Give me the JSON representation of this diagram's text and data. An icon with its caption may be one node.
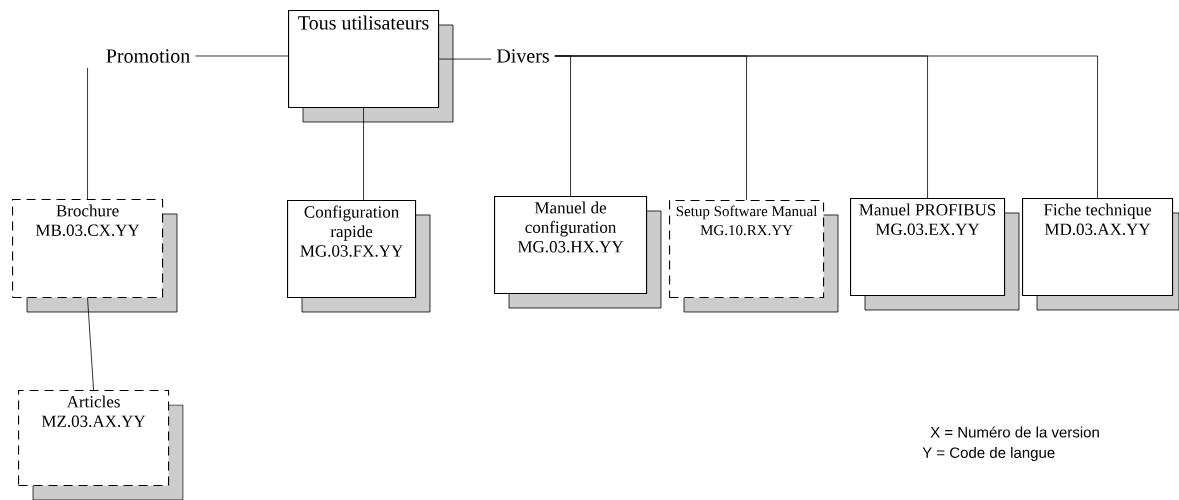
{
  "diagram": {
    "nodes": [
      {
        "text": [
          "Promotion"
        ]
      },
      {
        "text": [
          "Tous utilisateurs"
        ]
      },
      {
        "text": [
          "Divers"
        ]
      },
      {
        "text": [
          "Brochure",
          "MB.03.CX.YY"
        ]
      },
      {
        "text": [
          "Articles",
          "MZ.03.AX.YY"
        ]
      },
      {
        "text": [
          "Configuration rapide",
          "MG.03.FX.YY"
        ]
      },
      {
        "text": [
          "Manuel de configuration",
          "MG.03.HX.YY"
        ]
      },
      {
        "text": [
          "Setup Software Manual",
          "MG.10.RX.YY"
        ]
      },
      {
        "text": [
          "Manuel PROFIBUS",
          "MG.03.EX.YY"
        ]
      },
      {
        "text": [
          "Fiche technique",
          "MD.03.AX.YY"
        ]
      }
    ],
    "edges": [
      {
        "from": 0,
        "to": 1,
        "arrow": "none"
      },
      {
        "from": 1,
        "to": 2,
        "arrow": "none"
      },
      {
        "from": 0,
        "to": 3,
        "arrow": "none"
      },
      {
        "from": 3,
        "to": 4,
        "arrow": "none"
      },
      {
        "from": 1,
        "to": 5,
        "arrow": "none"
      },
      {
        "from": 2,
        "to": 6,
        "arrow": "none"
      },
      {
        "from": 2,
        "to": 7,
        "arrow": "none"
      },
      {
        "from": 2,
        "to": 8,
        "arrow": "none"
      },
      {
        "from": 2,
        "to": 9,
        "arrow": "none"
      }
    ],
    "labels": [
      "X = Numéro de la version",
      "Y = Code de langue"
    ]
  }
}
